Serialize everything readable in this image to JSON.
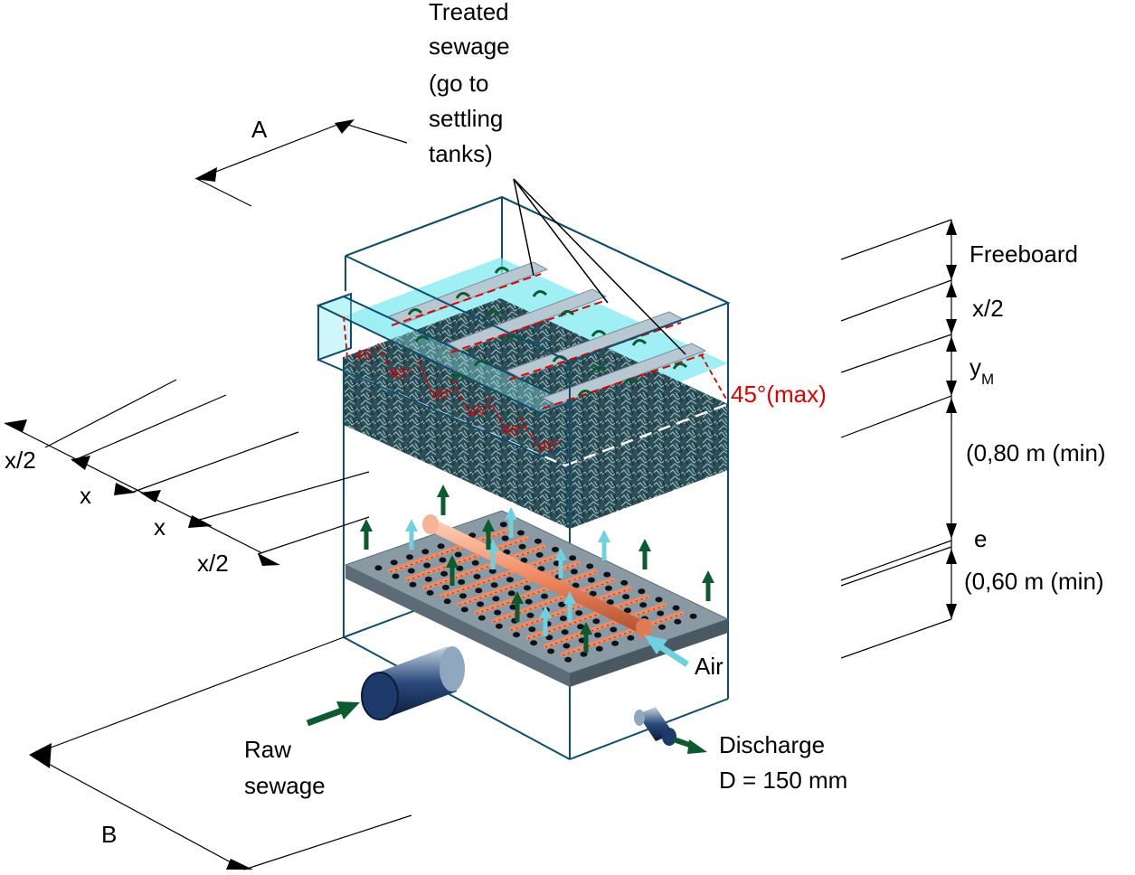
{
  "labels": {
    "section_a": "A",
    "section_b": "B",
    "treated_1": "Treated",
    "treated_2": "sewage",
    "treated_3": "(go to",
    "treated_4": "settling",
    "treated_5": "tanks)",
    "freeboard": "Freeboard",
    "x_half_right": "x/2",
    "y_main": "y",
    "y_sub": "M",
    "media_min": "(0,80 m (min)",
    "e_label": "e",
    "bottom_min": "(0,60 m (min)",
    "angle_max": "45°(max)",
    "angle": "45°",
    "dim_x_half_1": "x/2",
    "dim_x_1": "x",
    "dim_x_2": "x",
    "dim_x_half_2": "x/2",
    "air": "Air",
    "raw_1": "Raw",
    "raw_2": "sewage",
    "discharge_1": "Discharge",
    "discharge_2": "D = 150 mm"
  },
  "colors": {
    "tank_outline": "#0e4d6e",
    "water": "#7fe9f2",
    "media": "#2e4f57",
    "plate": "#8a9aa5",
    "pipe": "#f2a07e",
    "arrow_dark": "#0b5a30",
    "arrow_light": "#6fd0e0",
    "red": "#e00000"
  }
}
